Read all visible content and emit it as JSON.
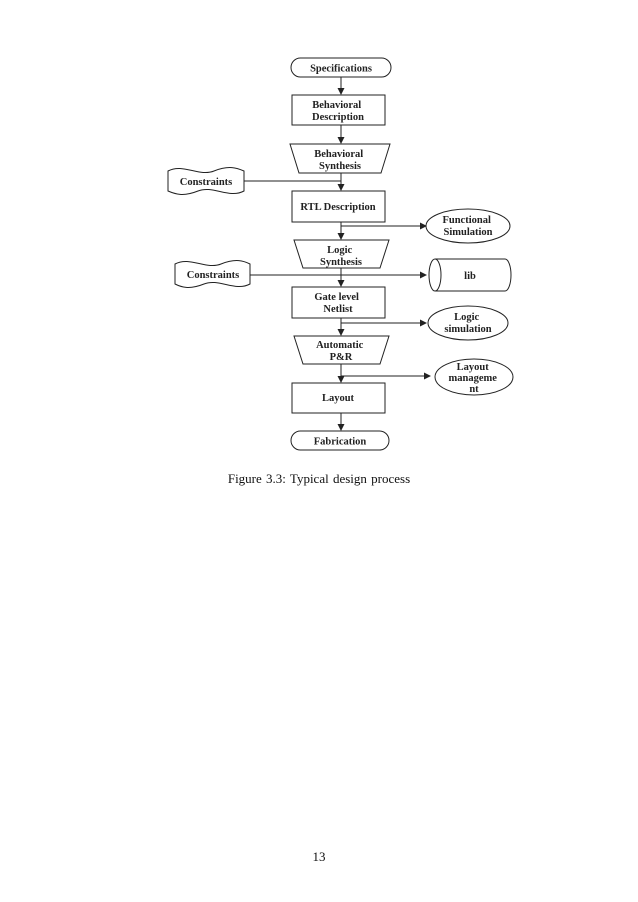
{
  "diagram": {
    "nodes": [
      {
        "id": "specifications",
        "lines": [
          "Specifications"
        ]
      },
      {
        "id": "behavioral-description",
        "lines": [
          "Behavioral",
          "Description"
        ]
      },
      {
        "id": "behavioral-synthesis",
        "lines": [
          "Behavioral",
          "Synthesis"
        ]
      },
      {
        "id": "constraints-1",
        "lines": [
          "Constraints"
        ]
      },
      {
        "id": "rtl-description",
        "lines": [
          "RTL Description"
        ]
      },
      {
        "id": "functional-simulation",
        "lines": [
          "Functional",
          "Simulation"
        ]
      },
      {
        "id": "logic-synthesis",
        "lines": [
          "Logic",
          "Synthesis"
        ]
      },
      {
        "id": "constraints-2",
        "lines": [
          "Constraints"
        ]
      },
      {
        "id": "lib",
        "lines": [
          "lib"
        ]
      },
      {
        "id": "gate-level-netlist",
        "lines": [
          "Gate level",
          "Netlist"
        ]
      },
      {
        "id": "logic-simulation",
        "lines": [
          "Logic",
          "simulation"
        ]
      },
      {
        "id": "automatic-pr",
        "lines": [
          "Automatic",
          "P&R"
        ]
      },
      {
        "id": "layout-management",
        "lines": [
          "Layout",
          "manageme",
          "nt"
        ]
      },
      {
        "id": "layout",
        "lines": [
          "Layout"
        ]
      },
      {
        "id": "fabrication",
        "lines": [
          "Fabrication"
        ]
      }
    ]
  },
  "caption": "Figure 3.3: Typical design process",
  "page_number": "13"
}
